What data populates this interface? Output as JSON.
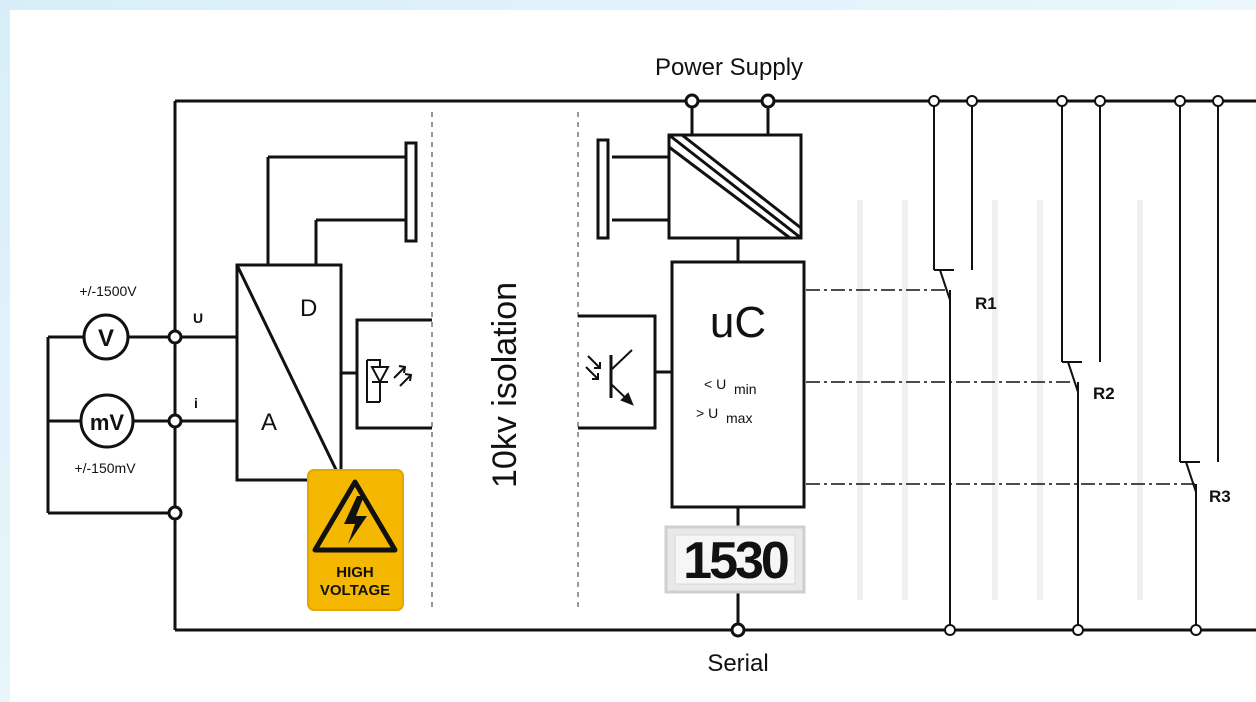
{
  "labels": {
    "power_supply": "Power Supply",
    "serial": "Serial",
    "isolation": "10kv  isolation",
    "voltage_range": "+/-1500V",
    "millivolt_range": "+/-150mV",
    "voltmeter": "V",
    "millivoltmeter": "mV",
    "input_u": "U",
    "input_i": "i",
    "adc_d": "D",
    "adc_a": "A",
    "warning_line1": "HIGH",
    "warning_line2": "VOLTAGE",
    "microcontroller": "uC",
    "umin_prefix": "< U",
    "umin_sub": "min",
    "umax_prefix": "> U",
    "umax_sub": "max",
    "display_value": "1530",
    "relay1": "R1",
    "relay2": "R2",
    "relay3": "R3"
  },
  "colors": {
    "line": "#111111",
    "warning_yellow": "#f5b800",
    "lcd_background": "#e9e9e9",
    "lcd_digits": "#8a8a8a"
  },
  "icons": {
    "warning_sign": "lightning-bolt-triangle-icon",
    "led": "led-emitter-icon",
    "phototransistor": "phototransistor-icon",
    "dc_converter": "dc-dc-converter-icon"
  }
}
